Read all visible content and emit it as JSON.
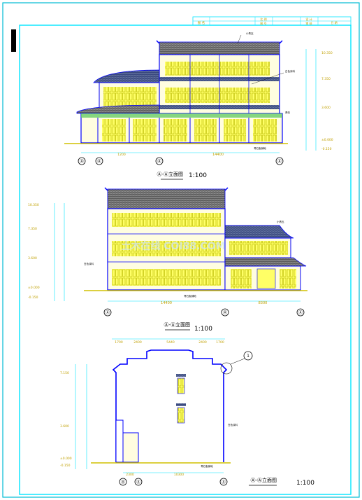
{
  "title_block": {
    "cells": [
      "图 名",
      "比 例",
      "图 号",
      "设 计",
      "审 核",
      "日 期"
    ]
  },
  "elevation_1": {
    "caption": "Ⓐ-Ⓐ立面图",
    "scale": "1:100",
    "total_dim": "14400",
    "left_dim": "1200",
    "axis_labels": [
      "Ⓐ",
      "Ⓐ",
      "Ⓐ",
      "Ⓐ"
    ],
    "elevations": [
      "10.350",
      "7.350",
      "3.600",
      "±0.000",
      "-0.150"
    ],
    "ground_note": "青石板铺地",
    "notes": [
      "小青瓦",
      "白色涂料",
      "青砖"
    ]
  },
  "elevation_2": {
    "caption": "Ⓐ-Ⓐ立面图",
    "scale": "1:100",
    "main_dim": "14400",
    "side_dim": "8300",
    "axis_labels": [
      "Ⓐ",
      "Ⓐ",
      "Ⓐ"
    ],
    "elevations": [
      "10.350",
      "7.350",
      "3.600",
      "±0.000",
      "-0.150"
    ],
    "ground_note": "青石板铺地",
    "notes": [
      "小青瓦",
      "白色涂料"
    ],
    "watermark": "土木在线 COI88.COM"
  },
  "elevation_3": {
    "caption": "Ⓐ-Ⓐ立面图",
    "scale": "1:100",
    "top_dims": [
      "1700",
      "2400",
      "5440",
      "2400",
      "1700"
    ],
    "bottom_dims": [
      "2300",
      "10300"
    ],
    "axis_labels": [
      "Ⓐ",
      "Ⓐ",
      "Ⓐ"
    ],
    "elevations": [
      "7.150",
      "3.600",
      "±0.000",
      "-0.150"
    ],
    "ground_note": "青石板铺地",
    "notes": [
      "白色涂料"
    ],
    "detail_ref": "1"
  }
}
